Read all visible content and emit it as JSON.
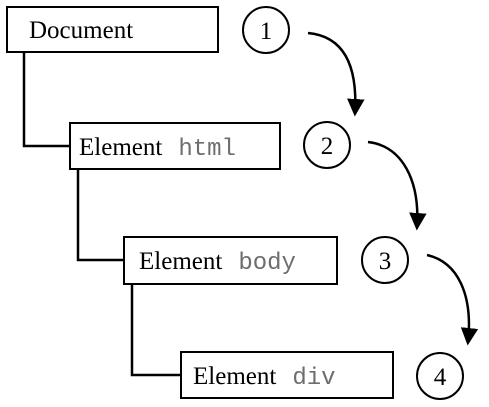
{
  "nodes": [
    {
      "label": "Document",
      "code": ""
    },
    {
      "label": "Element",
      "code": "html"
    },
    {
      "label": "Element",
      "code": "body"
    },
    {
      "label": "Element",
      "code": "div"
    }
  ],
  "steps": [
    "1",
    "2",
    "3",
    "4"
  ],
  "colors": {
    "stroke": "#000000",
    "text": "#000000",
    "code_text": "#6e6e6e",
    "background": "#ffffff"
  }
}
